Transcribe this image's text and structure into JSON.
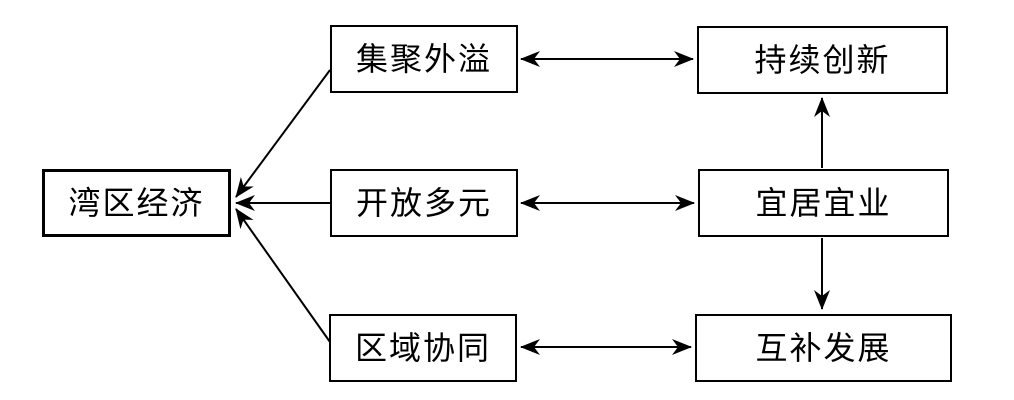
{
  "diagram": {
    "background_color": "#ffffff",
    "line_color": "#000000",
    "nodes": {
      "bay_economy": {
        "label": "湾区经济"
      },
      "agglomeration_spillover": {
        "label": "集聚外溢"
      },
      "open_diverse": {
        "label": "开放多元"
      },
      "regional_coordination": {
        "label": "区域协同"
      },
      "continuous_innovation": {
        "label": "持续创新"
      },
      "livable_workable": {
        "label": "宜居宜业"
      },
      "complementary_development": {
        "label": "互补发展"
      }
    },
    "edges": [
      {
        "from": "agglomeration_spillover",
        "to": "bay_economy",
        "bidirectional": false
      },
      {
        "from": "open_diverse",
        "to": "bay_economy",
        "bidirectional": false
      },
      {
        "from": "regional_coordination",
        "to": "bay_economy",
        "bidirectional": false
      },
      {
        "from": "agglomeration_spillover",
        "to": "continuous_innovation",
        "bidirectional": true
      },
      {
        "from": "open_diverse",
        "to": "livable_workable",
        "bidirectional": true
      },
      {
        "from": "regional_coordination",
        "to": "complementary_development",
        "bidirectional": true
      },
      {
        "from": "livable_workable",
        "to": "continuous_innovation",
        "bidirectional": false
      },
      {
        "from": "livable_workable",
        "to": "complementary_development",
        "bidirectional": false
      }
    ]
  }
}
